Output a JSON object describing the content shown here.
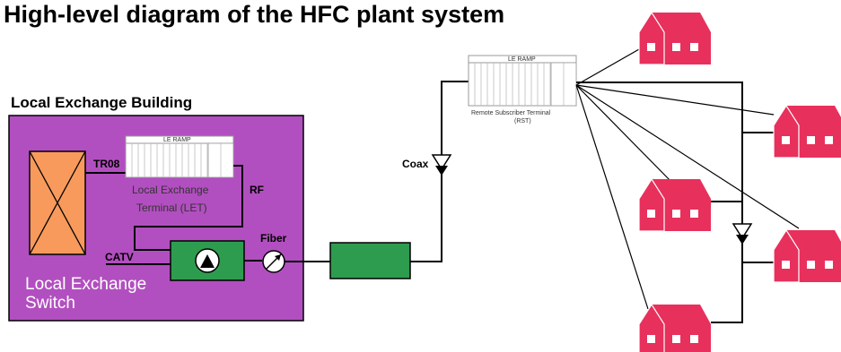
{
  "title": "High-level diagram of the HFC plant system",
  "building": {
    "label": "Local Exchange Building"
  },
  "switch": {
    "label_line1": "Local Exchange",
    "label_line2": "Switch"
  },
  "let": {
    "label_line1": "Local Exchange",
    "label_line2": "Terminal (LET)",
    "header": "LE RAMP"
  },
  "rst": {
    "label_line1": "Remote Subscriber Terminal",
    "label_line2": "(RST)",
    "header": "LE RAMP"
  },
  "links": {
    "tr08": "TR08",
    "rf": "RF",
    "catv": "CATV",
    "fiber": "Fiber",
    "coax": "Coax"
  },
  "colors": {
    "building_fill": "#b24fc0",
    "switch_fill": "#f79a5c",
    "converter_fill": "#2e9c4e",
    "node_fill": "#2e9c4e",
    "house_fill": "#e8305c",
    "window_fill": "#ffffff"
  },
  "icons": [
    "amplifier-icon",
    "optical-coupler-icon",
    "house-icon"
  ]
}
